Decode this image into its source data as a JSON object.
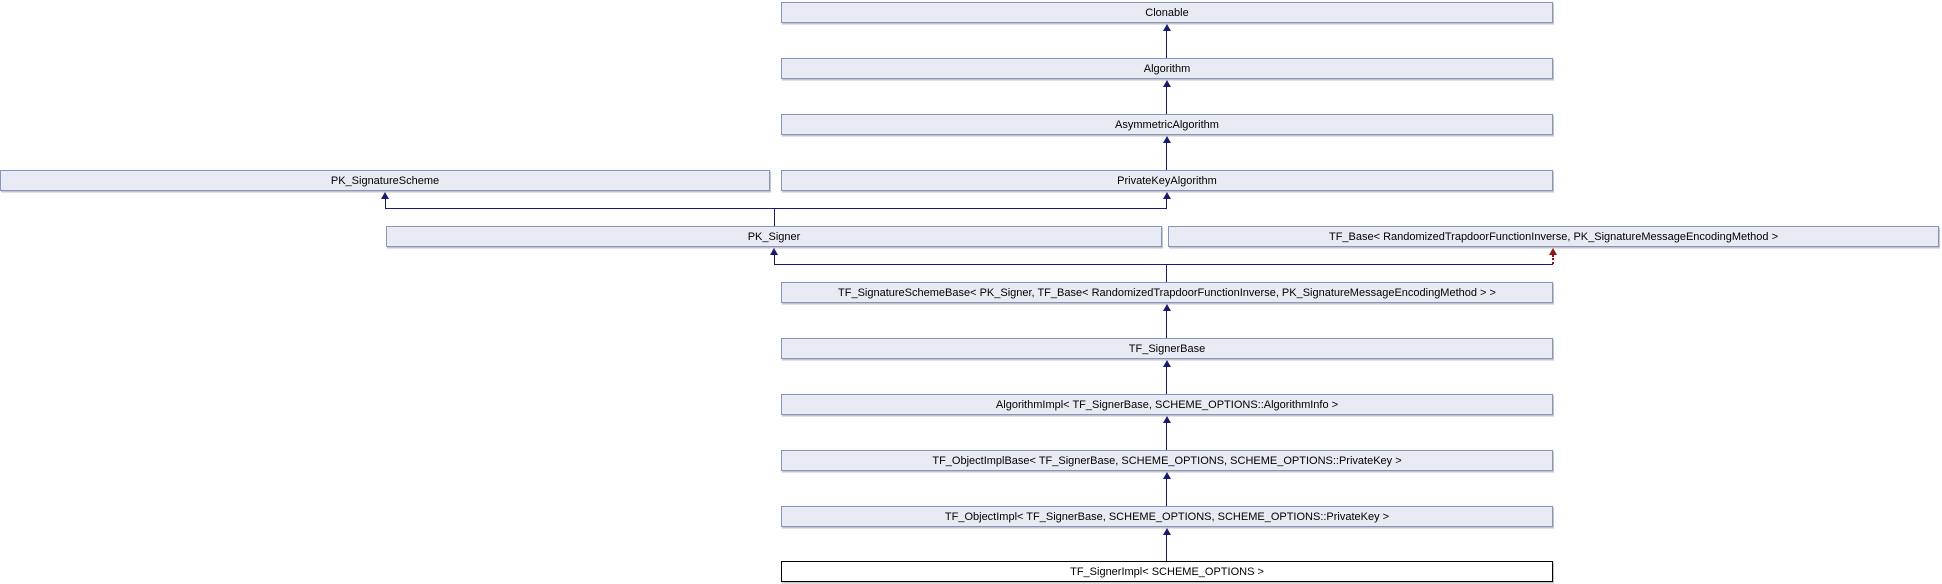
{
  "diagram": {
    "nodes": {
      "clonable": {
        "label": "Clonable"
      },
      "algorithm": {
        "label": "Algorithm"
      },
      "asymmetric_algorithm": {
        "label": "AsymmetricAlgorithm"
      },
      "pk_signature_scheme": {
        "label": "PK_SignatureScheme"
      },
      "private_key_algorithm": {
        "label": "PrivateKeyAlgorithm"
      },
      "pk_signer": {
        "label": "PK_Signer"
      },
      "tf_base": {
        "label": "TF_Base< RandomizedTrapdoorFunctionInverse, PK_SignatureMessageEncodingMethod >"
      },
      "tf_signature_scheme_base": {
        "label": "TF_SignatureSchemeBase< PK_Signer, TF_Base< RandomizedTrapdoorFunctionInverse, PK_SignatureMessageEncodingMethod > >"
      },
      "tf_signer_base": {
        "label": "TF_SignerBase"
      },
      "algorithm_impl": {
        "label": "AlgorithmImpl< TF_SignerBase, SCHEME_OPTIONS::AlgorithmInfo >"
      },
      "tf_object_impl_base": {
        "label": "TF_ObjectImplBase< TF_SignerBase, SCHEME_OPTIONS, SCHEME_OPTIONS::PrivateKey >"
      },
      "tf_object_impl": {
        "label": "TF_ObjectImpl< TF_SignerBase, SCHEME_OPTIONS, SCHEME_OPTIONS::PrivateKey >"
      },
      "tf_signer_impl": {
        "label": "TF_SignerImpl< SCHEME_OPTIONS >"
      }
    },
    "edges": [
      {
        "from": "Algorithm",
        "to": "Clonable",
        "type": "public-inheritance"
      },
      {
        "from": "AsymmetricAlgorithm",
        "to": "Algorithm",
        "type": "public-inheritance"
      },
      {
        "from": "PrivateKeyAlgorithm",
        "to": "AsymmetricAlgorithm",
        "type": "public-inheritance"
      },
      {
        "from": "PK_Signer",
        "to": "PK_SignatureScheme",
        "type": "public-inheritance"
      },
      {
        "from": "PK_Signer",
        "to": "PrivateKeyAlgorithm",
        "type": "public-inheritance"
      },
      {
        "from": "TF_SignatureSchemeBase",
        "to": "PK_Signer",
        "type": "public-inheritance"
      },
      {
        "from": "TF_SignatureSchemeBase",
        "to": "TF_Base",
        "type": "private-virtual-inheritance"
      },
      {
        "from": "TF_SignerBase",
        "to": "TF_SignatureSchemeBase",
        "type": "public-inheritance"
      },
      {
        "from": "AlgorithmImpl",
        "to": "TF_SignerBase",
        "type": "public-inheritance"
      },
      {
        "from": "TF_ObjectImplBase",
        "to": "AlgorithmImpl",
        "type": "public-inheritance"
      },
      {
        "from": "TF_ObjectImpl",
        "to": "TF_ObjectImplBase",
        "type": "public-inheritance"
      },
      {
        "from": "TF_SignerImpl",
        "to": "TF_ObjectImpl",
        "type": "public-inheritance"
      }
    ],
    "colors": {
      "background": "#FFFFFF",
      "text": "#000000",
      "node_fill": "#E8EBF3",
      "node_border": "#8495C2",
      "current_node_fill": "#FFFFFF",
      "current_node_border": "#000000",
      "inheritance_arrow": "#191970",
      "private_inheritance_arrow": "#8B1A1A"
    }
  }
}
